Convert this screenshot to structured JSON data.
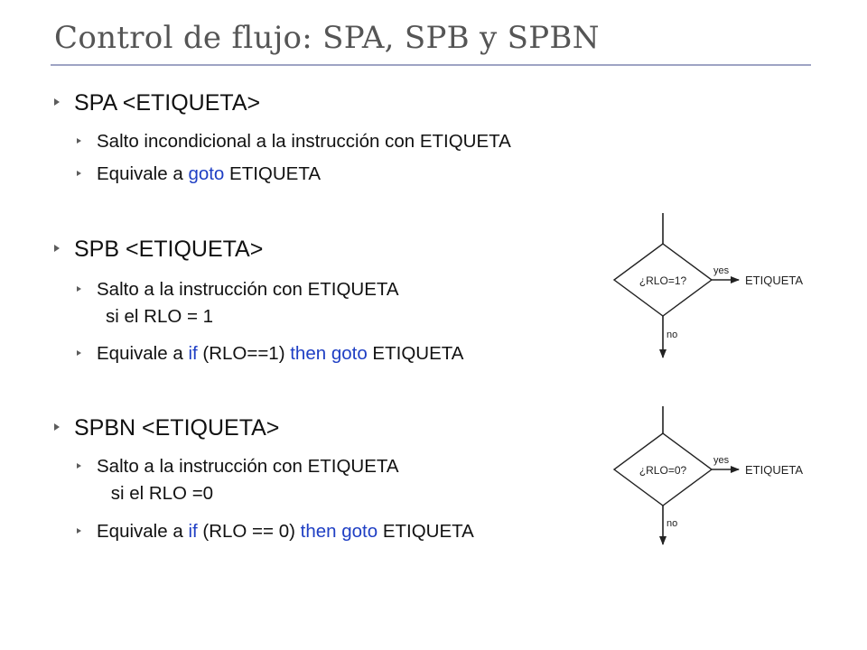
{
  "slide": {
    "title": "Control de flujo: SPA, SPB y SPBN"
  },
  "spa": {
    "heading": "SPA <ETIQUETA>",
    "line1": "Salto incondicional a la instrucción con ETIQUETA",
    "line2_pre": "Equivale a ",
    "line2_kw": "goto",
    "line2_post": " ETIQUETA"
  },
  "spb": {
    "heading": "SPB <ETIQUETA>",
    "line1": "Salto a la instrucción con ETIQUETA",
    "line1_cont": "si el RLO = 1",
    "line2_pre": "Equivale a ",
    "line2_kw1": "if",
    "line2_mid": " (RLO==1) ",
    "line2_kw2": "then goto",
    "line2_post": " ETIQUETA"
  },
  "spbn": {
    "heading": "SPBN <ETIQUETA>",
    "line1": "Salto a la instrucción con ETIQUETA",
    "line1_cont": " si el RLO =0",
    "line2_pre": "Equivale a ",
    "line2_kw1": "if",
    "line2_mid": " (RLO == 0) ",
    "line2_kw2": "then goto",
    "line2_post": " ETIQUETA"
  },
  "diagram_spb": {
    "condition": "¿RLO=1?",
    "yes_label": "yes",
    "no_label": "no",
    "target": "ETIQUETA"
  },
  "diagram_spbn": {
    "condition": "¿RLO=0?",
    "yes_label": "yes",
    "no_label": "no",
    "target": "ETIQUETA"
  },
  "colors": {
    "keyword": "#1f3fc4",
    "title": "#555555",
    "title_rule": "#9ea3c4",
    "bullet": "#5c5c5c"
  }
}
